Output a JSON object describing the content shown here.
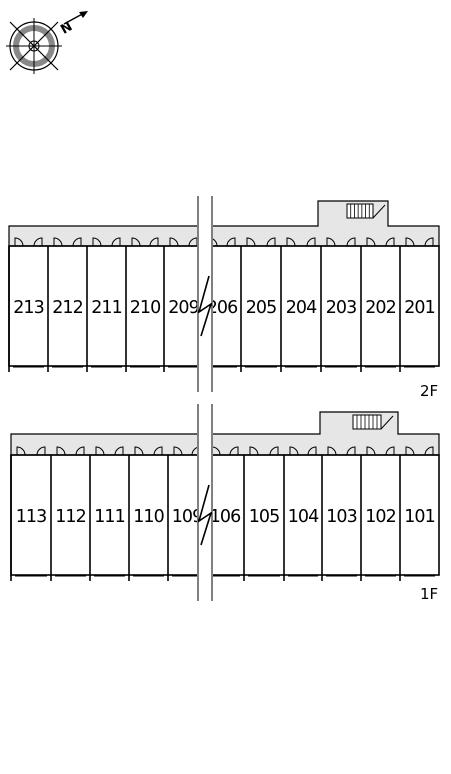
{
  "compass": {
    "label": "N",
    "icon": "compass-rose-icon"
  },
  "floors": [
    {
      "label": "2F",
      "units": [
        "213",
        "212",
        "211",
        "210",
        "209",
        "206",
        "205",
        "204",
        "203",
        "202",
        "201"
      ]
    },
    {
      "label": "1F",
      "units": [
        "113",
        "112",
        "111",
        "110",
        "109",
        "106",
        "105",
        "104",
        "103",
        "102",
        "101"
      ]
    }
  ],
  "colors": {
    "line": "#000000",
    "corridor": "#e6e6e6",
    "background": "#ffffff"
  }
}
